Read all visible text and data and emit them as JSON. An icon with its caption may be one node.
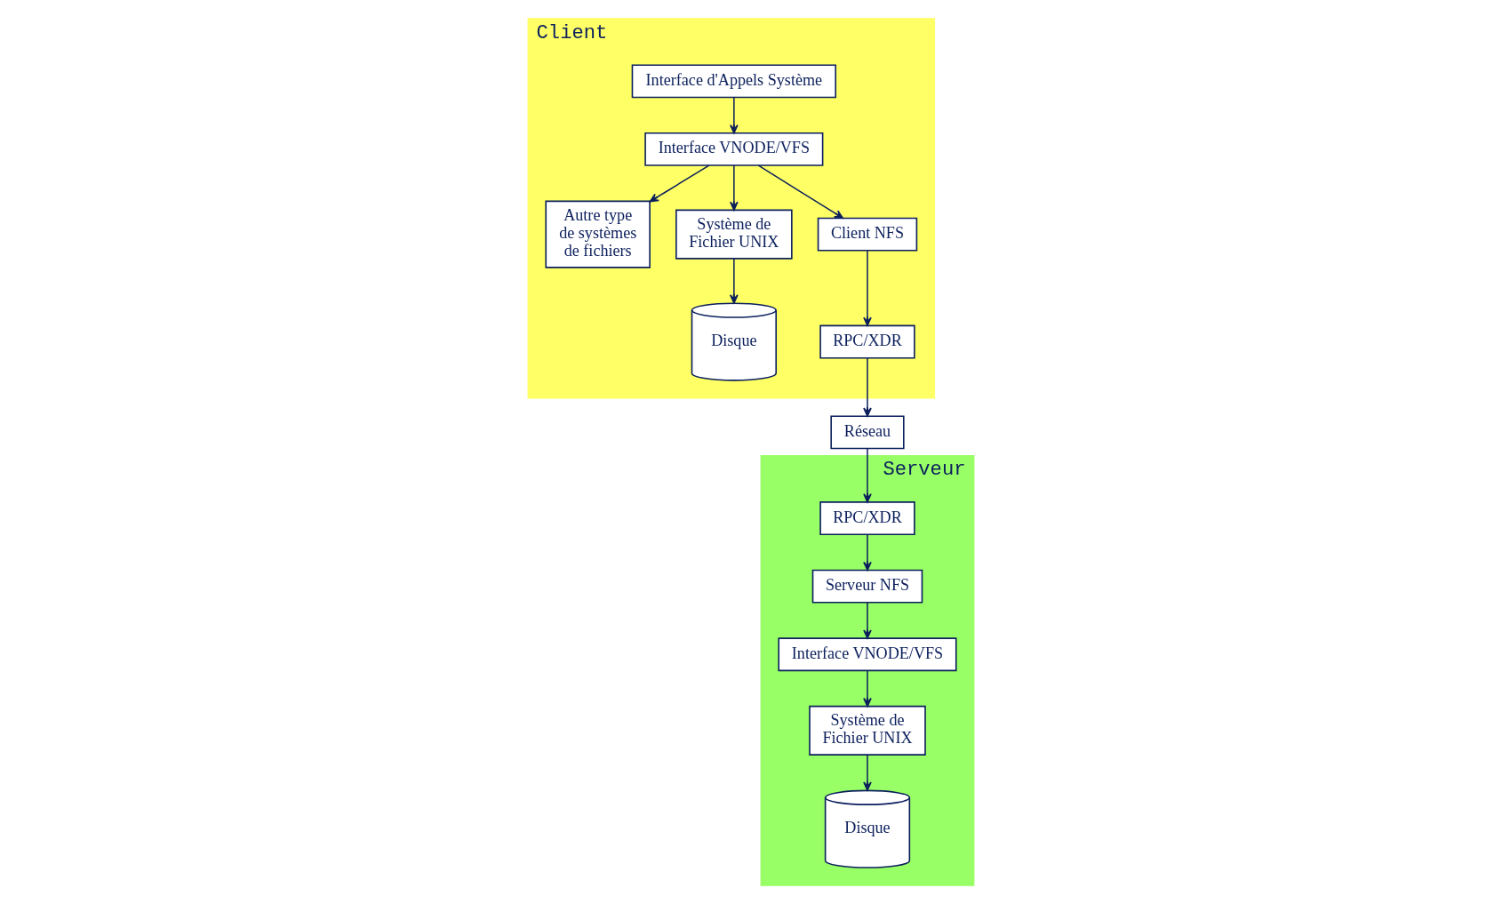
{
  "diagram": {
    "nodes": [
      {
        "text": [
          "Client"
        ]
      },
      {
        "text": [
          "Interface d'Appels Système"
        ],
        "in": 0
      },
      {
        "text": [
          "Interface VNODE/VFS"
        ],
        "in": 0
      },
      {
        "text": [
          "Autre type de systèmes de fichiers"
        ],
        "in": 0
      },
      {
        "text": [
          "Système de Fichier UNIX"
        ],
        "in": 0
      },
      {
        "text": [
          "Client NFS"
        ],
        "in": 0
      },
      {
        "text": [
          "RPC/XDR"
        ],
        "in": 0
      },
      {
        "text": [
          "Disque"
        ],
        "in": 0
      },
      {
        "text": [
          "Serveur"
        ]
      },
      {
        "text": [
          "Interface VNODE/VFS"
        ],
        "in": 8
      },
      {
        "text": [
          "Serveur NFS"
        ],
        "in": 8
      },
      {
        "text": [
          "Système de Fichier UNIX"
        ],
        "in": 8
      },
      {
        "text": [
          "RPC/XDR"
        ],
        "in": 8
      },
      {
        "text": [
          "Disque"
        ],
        "in": 8
      },
      {
        "text": [
          "Réseau"
        ]
      }
    ],
    "edges": [
      {
        "from": 1,
        "to": 2,
        "arrow": "to"
      },
      {
        "from": 2,
        "to": 3,
        "arrow": "to"
      },
      {
        "from": 2,
        "to": 4,
        "arrow": "to"
      },
      {
        "from": 2,
        "to": 5,
        "arrow": "to"
      },
      {
        "from": 4,
        "to": 7,
        "arrow": "to"
      },
      {
        "from": 5,
        "to": 6,
        "arrow": "to"
      },
      {
        "from": 6,
        "to": 14,
        "arrow": "to"
      },
      {
        "from": 14,
        "to": 12,
        "arrow": "to"
      },
      {
        "from": 12,
        "to": 10,
        "arrow": "to"
      },
      {
        "from": 10,
        "to": 9,
        "arrow": "to"
      },
      {
        "from": 9,
        "to": 11,
        "arrow": "to"
      },
      {
        "from": 11,
        "to": 13,
        "arrow": "to"
      }
    ]
  }
}
